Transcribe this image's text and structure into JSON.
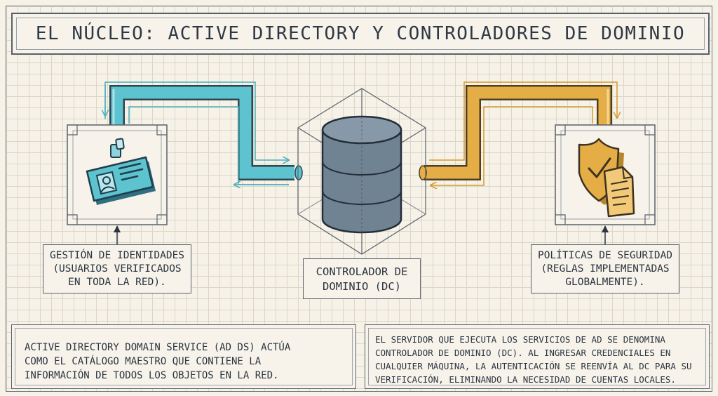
{
  "title": "El núcleo: Active Directory y controladores de dominio",
  "left_label": {
    "line1": "Gestión de identidades",
    "line2": "(usuarios verificados",
    "line3": "en toda la red)."
  },
  "center_label": {
    "line1": "Controlador de",
    "line2": "dominio (DC)"
  },
  "right_label": {
    "line1": "Políticas de seguridad",
    "line2": "(reglas implementadas",
    "line3": "globalmente)."
  },
  "bottom_left": {
    "line1": "Active Directory Domain Service (AD DS) actúa",
    "line2": "como el catálogo maestro que contiene la",
    "line3": "información de todos los objetos en la red."
  },
  "bottom_right": {
    "line1": "El servidor que ejecuta los servicios de AD se denomina",
    "line2": "controlador de dominio (DC). Al ingresar credenciales en",
    "line3": "cualquier máquina, la autenticación se reenvía al DC para su",
    "line4": "verificación, eliminando la necesidad de cuentas locales."
  },
  "colors": {
    "teal": "#5cc3cf",
    "gold": "#e4ad45",
    "cylinder": "#6f8393",
    "ink": "#2b3440"
  },
  "icons": {
    "left": "id-card-icon",
    "center": "database-cylinder-icon",
    "right": "shield-document-icon"
  }
}
